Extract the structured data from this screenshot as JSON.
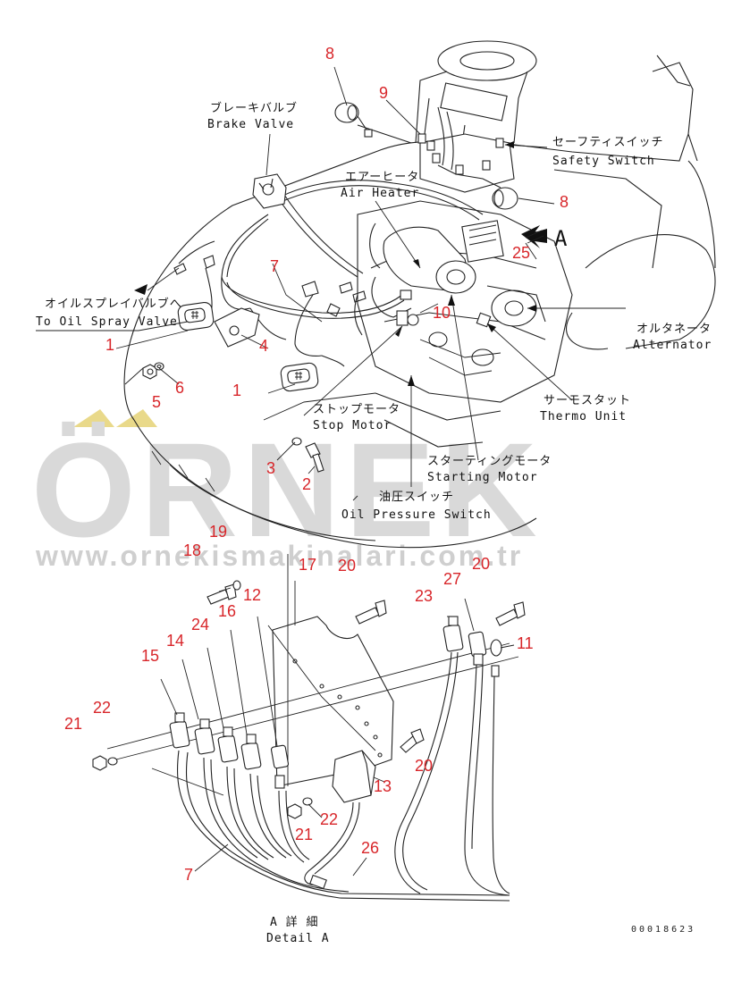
{
  "watermark": {
    "brand": "ÖRNEK",
    "site": "www.ornekismakinalari.com.tr"
  },
  "labels": {
    "brake_valve_jp": "ブレーキバルブ",
    "brake_valve_en": "Brake Valve",
    "safety_switch_jp": "セーフティスイッチ",
    "safety_switch_en": "Safety Switch",
    "air_heater_jp": "エアーヒータ",
    "air_heater_en": "Air Heater",
    "oil_spray_jp": "オイルスプレイバルブへ",
    "oil_spray_en": "To Oil Spray Valve",
    "alternator_jp": "オルタネータ",
    "alternator_en": "Alternator",
    "thermo_jp": "サーモスタット",
    "thermo_en": "Thermo Unit",
    "stop_motor_jp": "ストップモータ",
    "stop_motor_en": "Stop Motor",
    "starting_motor_jp": "スターティングモータ",
    "starting_motor_en": "Starting Motor",
    "oil_pressure_jp": "油圧スイッチ",
    "oil_pressure_en": "Oil Pressure Switch",
    "view_a": "A",
    "detail_jp": "A 詳 細",
    "detail_en": "Detail A",
    "ref_no": "00018623"
  },
  "part_numbers": {
    "p1a": "1",
    "p1b": "1",
    "p2": "2",
    "p3": "3",
    "p4": "4",
    "p5": "5",
    "p6": "6",
    "p7a": "7",
    "p7b": "7",
    "p8a": "8",
    "p8b": "8",
    "p9": "9",
    "p10": "10",
    "p11": "11",
    "p12": "12",
    "p13": "13",
    "p14": "14",
    "p15": "15",
    "p16": "16",
    "p17": "17",
    "p18": "18",
    "p19": "19",
    "p20a": "20",
    "p20b": "20",
    "p20c": "20",
    "p21a": "21",
    "p21b": "21",
    "p22a": "22",
    "p22b": "22",
    "p23": "23",
    "p24": "24",
    "p25": "25",
    "p26": "26",
    "p27": "27"
  },
  "colors": {
    "callout_red": "#d8262a",
    "watermark_gray": "#d9d9d9",
    "watermark_yellow": "#e9d98a"
  }
}
